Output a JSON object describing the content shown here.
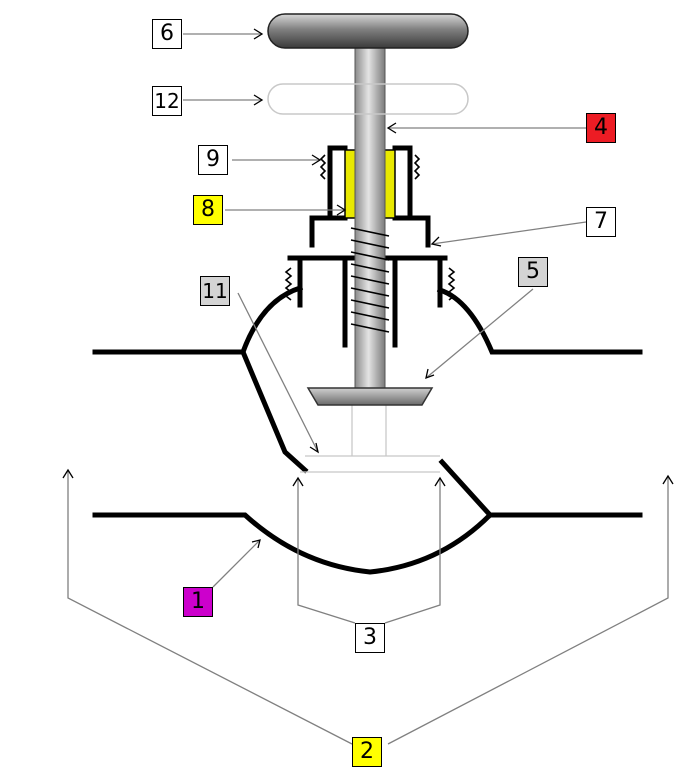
{
  "colors": {
    "background": "#ffffff",
    "label_white": "#ffffff",
    "label_yellow": "#ffff00",
    "label_red": "#ed1c24",
    "label_magenta": "#cc00cc",
    "label_gray": "#d4d4d4",
    "handle_gray": "#808080",
    "stem_gray": "#bcbcbc",
    "packing_yellow": "#e8e800"
  },
  "labels": [
    {
      "id": "6",
      "text": "6",
      "fill": "#ffffff"
    },
    {
      "id": "12",
      "text": "12",
      "fill": "#ffffff"
    },
    {
      "id": "9",
      "text": "9",
      "fill": "#ffffff"
    },
    {
      "id": "8",
      "text": "8",
      "fill": "#ffff00"
    },
    {
      "id": "4",
      "text": "4",
      "fill": "#ed1c24"
    },
    {
      "id": "7",
      "text": "7",
      "fill": "#ffffff"
    },
    {
      "id": "11",
      "text": "11",
      "fill": "#d4d4d4"
    },
    {
      "id": "5",
      "text": "5",
      "fill": "#d4d4d4"
    },
    {
      "id": "1",
      "text": "1",
      "fill": "#cc00cc"
    },
    {
      "id": "3",
      "text": "3",
      "fill": "#ffffff"
    },
    {
      "id": "2",
      "text": "2",
      "fill": "#ffff00"
    }
  ]
}
